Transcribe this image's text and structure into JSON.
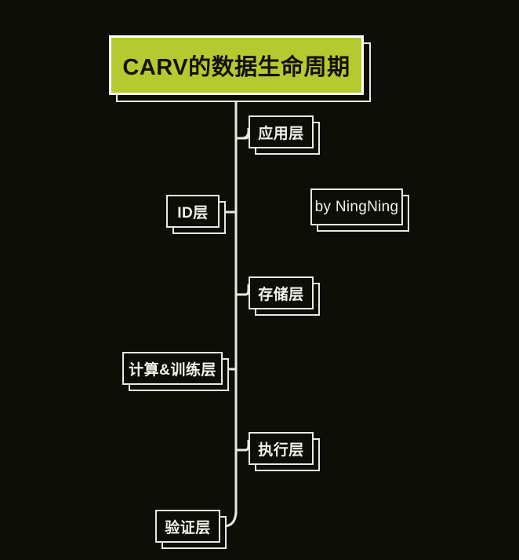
{
  "diagram": {
    "title": "CARV的数据生命周期",
    "background_color": "#0d0e07",
    "accent_color": "#b4ca2e",
    "line_color": "#e9e9e0",
    "text_color": "#f2f2ea",
    "credit": "by NingNing",
    "nodes": [
      {
        "id": "application-layer",
        "label": "应用层",
        "side": "right"
      },
      {
        "id": "id-layer",
        "label": "ID层",
        "side": "left"
      },
      {
        "id": "storage-layer",
        "label": "存储层",
        "side": "right"
      },
      {
        "id": "compute-training-layer",
        "label": "计算&训练层",
        "side": "left"
      },
      {
        "id": "execution-layer",
        "label": "执行层",
        "side": "right"
      },
      {
        "id": "verification-layer",
        "label": "验证层",
        "side": "left"
      }
    ]
  }
}
